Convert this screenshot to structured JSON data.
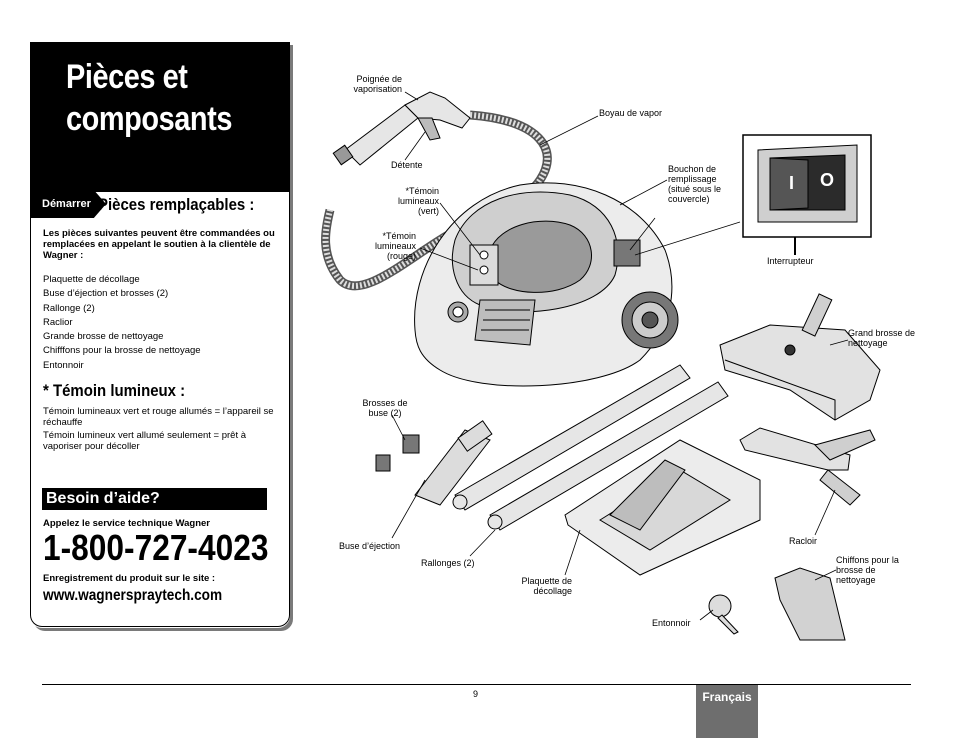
{
  "sidebar": {
    "title_line1": "Pièces et",
    "title_line2": "composants",
    "tag": "Démarrer",
    "replaceable_heading": "Pièces remplaçables :",
    "intro": "Les pièces suivantes peuvent être commandées ou remplacées en appelant le soutien à la clientèle de Wagner :",
    "parts": [
      "Plaquette de décollage",
      "Buse d’éjection et brosses (2)",
      "Rallonge (2)",
      "Raclior",
      "Grande brosse de nettoyage",
      "Chifffons pour la brosse de nettoyage",
      "Entonnoir"
    ],
    "indicator_heading": "* Témoin lumineux :",
    "indicator_lines": [
      "Témoin lumineaux vert et rouge allumés = l’appareil se réchauffe",
      "Témoin lumineux vert allumé seulement = prêt à vaporiser pour décoller"
    ],
    "help_heading": "Besoin d’aide?",
    "call_text": "Appelez le service technique Wagner",
    "phone": "1-800-727-4023",
    "registration_text": "Enregistrement du produit sur le site :",
    "website": "www.wagnerspraytech.com"
  },
  "labels": {
    "poignee": "Poignée de vaporisation",
    "detente": "Détente",
    "boyau": "Boyau de vapor",
    "bouchon": "Bouchon de remplissage (situé sous le couvercle)",
    "temoin_vert": "*Témoin lumineaux (vert)",
    "temoin_rouge": "*Témoin lumineaux (rouge)",
    "interrupteur": "Interrupteur",
    "switch_on": "I",
    "switch_off": "O",
    "grande_brosse": "Grand brosse de nettoyage",
    "brosses_buse": "Brosses de buse (2)",
    "buse": "Buse d’éjection",
    "rallonges": "Rallonges (2)",
    "plaquette": "Plaquette de décollage",
    "racloir": "Racloir",
    "chiffons": "Chiffons pour la brosse de nettoyage",
    "entonnoir": "Entonnoir"
  },
  "footer": {
    "page_number": "9",
    "language": "Français"
  }
}
